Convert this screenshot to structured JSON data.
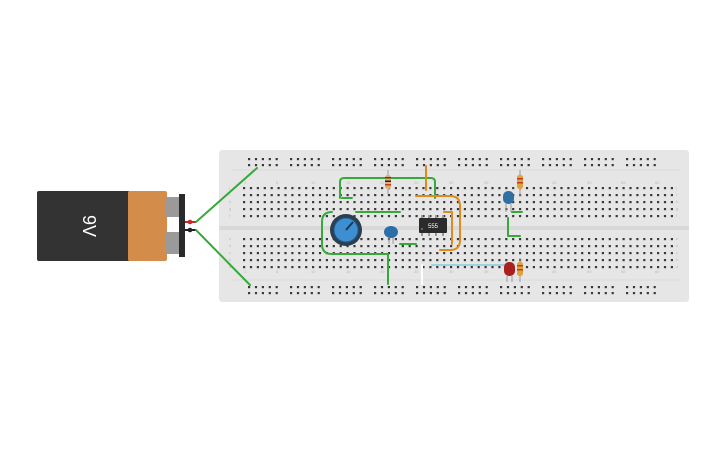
{
  "battery": {
    "label": "9V"
  },
  "chip": {
    "label": "555"
  },
  "breadboard": {
    "column_numbers": [
      "1",
      "5",
      "10",
      "15",
      "20",
      "25",
      "30",
      "35",
      "40",
      "45",
      "50",
      "55",
      "60"
    ],
    "row_letters_top": [
      "j",
      "i",
      "h",
      "g",
      "f"
    ],
    "row_letters_bottom": [
      "e",
      "d",
      "c",
      "b",
      "a"
    ]
  },
  "colors": {
    "board": "#e6e6e6",
    "wire_green": "#37a93b",
    "wire_orange": "#e08a1e",
    "wire_lightblue": "#9fd2e0",
    "battery_body": "#333333",
    "battery_band": "#d48c4b",
    "led_blue": "#2f6fa3",
    "led_red": "#a8201f"
  }
}
